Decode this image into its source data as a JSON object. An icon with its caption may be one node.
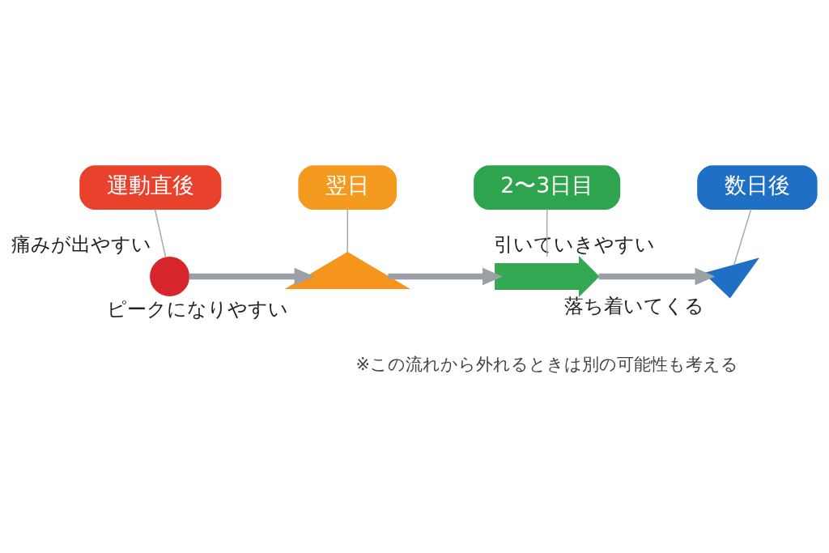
{
  "diagram": {
    "nodes": [
      {
        "text": [
          "運動直後"
        ]
      },
      {
        "text": [
          "翌日"
        ]
      },
      {
        "text": [
          "2〜3日目"
        ]
      },
      {
        "text": [
          "数日後"
        ]
      },
      {
        "text": [],
        "shape": "circle",
        "beside": [
          "痛みが出やすい"
        ]
      },
      {
        "text": [],
        "shape": "hill",
        "beside": [
          "ピークになりやすい"
        ]
      },
      {
        "text": [],
        "shape": "arrow",
        "beside": [
          "引いていきやすい"
        ]
      },
      {
        "text": [],
        "shape": "check",
        "beside": [
          "落ち着いてくる"
        ]
      }
    ],
    "edges": [
      {
        "from": 0,
        "to": 4,
        "arrow": "none"
      },
      {
        "from": 1,
        "to": 5,
        "arrow": "none"
      },
      {
        "from": 2,
        "to": 6,
        "arrow": "none"
      },
      {
        "from": 3,
        "to": 7,
        "arrow": "none"
      },
      {
        "from": 4,
        "to": 5,
        "arrow": "to",
        "style": "thick"
      },
      {
        "from": 5,
        "to": 6,
        "arrow": "to",
        "style": "thick"
      },
      {
        "from": 6,
        "to": 7,
        "arrow": "to",
        "style": "thick"
      }
    ],
    "labels": [
      "※この流れから外れるときは別の可能性も考える"
    ]
  }
}
